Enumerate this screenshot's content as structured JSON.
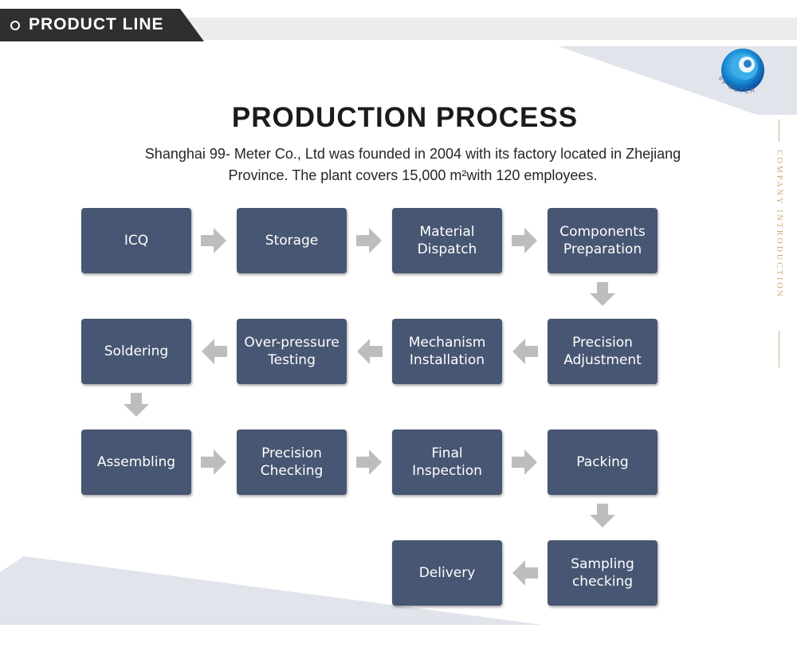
{
  "header": {
    "title": "PRODUCT LINE"
  },
  "logo": {
    "text": "99 METER"
  },
  "side_label": "COMPANY INTRODUCTION",
  "title": "PRODUCTION PROCESS",
  "description_line1": "Shanghai 99- Meter Co., Ltd was founded in 2004 with its factory located in Zhejiang",
  "description_line2": "Province. The plant covers 15,000 m²with 120 employees.",
  "steps": [
    "ICQ",
    "Storage",
    "Material\nDispatch",
    "Components\nPreparation",
    "Precision\nAdjustment",
    "Mechanism\nInstallation",
    "Over-pressure\nTesting",
    "Soldering",
    "Assembling",
    "Precision\nChecking",
    "Final\nInspection",
    "Packing",
    "Sampling\nchecking",
    "Delivery"
  ],
  "colors": {
    "box": "#475672",
    "arrow": "#bdbdbd",
    "header": "#2f2f2f",
    "accent": "#c8a877"
  }
}
